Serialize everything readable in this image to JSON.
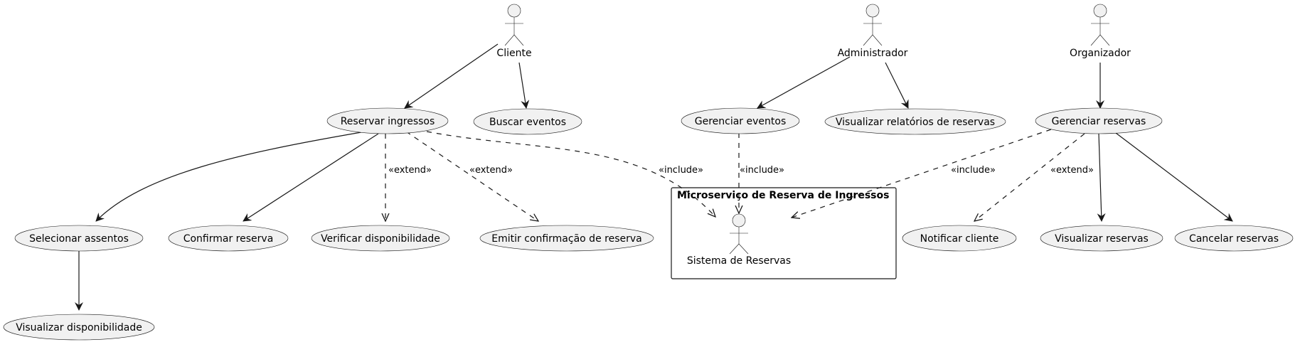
{
  "colors": {
    "stroke": "#181818",
    "fill": "#f1f1f1",
    "background": "#ffffff"
  },
  "actors": {
    "cliente": "Cliente",
    "administrador": "Administrador",
    "organizador": "Organizador",
    "sistema": "Sistema de Reservas"
  },
  "system_boundary": {
    "title": "Microserviço de Reserva de Ingressos"
  },
  "use_cases": {
    "reservar": "Reservar ingressos",
    "buscar": "Buscar eventos",
    "ger_eventos": "Gerenciar eventos",
    "vis_relatorios": "Visualizar relatórios de reservas",
    "ger_reservas": "Gerenciar reservas",
    "sel_assentos": "Selecionar assentos",
    "confirmar": "Confirmar reserva",
    "verificar": "Verificar disponibilidade",
    "emitir": "Emitir confirmação de reserva",
    "notificar": "Notificar cliente",
    "vis_reservas": "Visualizar reservas",
    "cancelar": "Cancelar reservas",
    "vis_disp": "Visualizar disponibilidade"
  },
  "stereotypes": {
    "extend_verificar": "«extend»",
    "extend_emitir": "«extend»",
    "include_reservar": "«include»",
    "include_eventos": "«include»",
    "include_reservas": "«include»",
    "extend_notificar": "«extend»"
  }
}
